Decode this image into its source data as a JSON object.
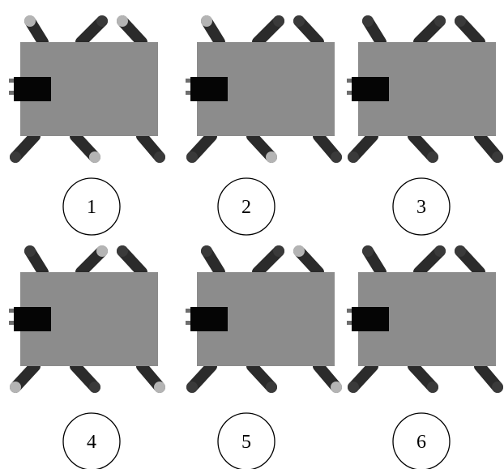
{
  "colors": {
    "body": "#8c8c8c",
    "head": "#050505",
    "leg": "#2b2b2b",
    "foot_grounded": "#b4b4b4",
    "foot_lifted": "#3a3a3a"
  },
  "panels": [
    {
      "label": "1",
      "feet": [
        "grounded",
        "lifted",
        "grounded",
        "lifted",
        "grounded",
        "lifted"
      ]
    },
    {
      "label": "2",
      "feet": [
        "grounded",
        "lifted",
        "lifted",
        "lifted",
        "grounded",
        "lifted"
      ]
    },
    {
      "label": "3",
      "feet": [
        "lifted",
        "lifted",
        "lifted",
        "lifted",
        "lifted",
        "lifted"
      ]
    },
    {
      "label": "4",
      "feet": [
        "lifted",
        "grounded",
        "lifted",
        "grounded",
        "lifted",
        "grounded"
      ]
    },
    {
      "label": "5",
      "feet": [
        "lifted",
        "lifted",
        "grounded",
        "lifted",
        "lifted",
        "grounded"
      ]
    },
    {
      "label": "6",
      "feet": [
        "lifted",
        "lifted",
        "lifted",
        "lifted",
        "lifted",
        "lifted"
      ]
    }
  ]
}
